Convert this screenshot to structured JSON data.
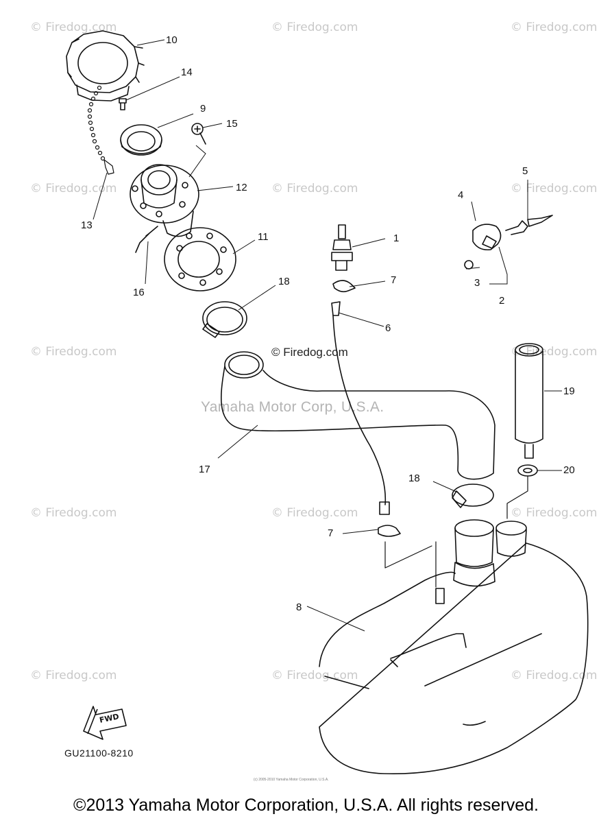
{
  "watermark": "© Firedog.com",
  "center_watermark": "© Firedog.com",
  "corp_watermark": "Yamaha Motor Corp, U.S.A.",
  "part_labels": [
    "1",
    "2",
    "3",
    "4",
    "5",
    "6",
    "7",
    "7",
    "8",
    "9",
    "10",
    "11",
    "12",
    "13",
    "14",
    "15",
    "16",
    "17",
    "18",
    "18",
    "19",
    "20"
  ],
  "fwd_label": "FWD",
  "diagram_code": "GU21100-8210",
  "tiny_notice": "(c) 2005-2010 Yamaha Motor Corporation, U.S.A.",
  "copyright": "©2013 Yamaha Motor Corporation, U.S.A. All rights reserved."
}
